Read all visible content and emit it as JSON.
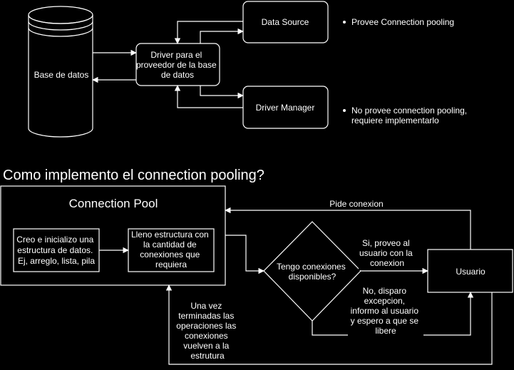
{
  "section_title": "Como implemento el connection pooling?",
  "database": {
    "label": "Base de datos"
  },
  "driver": {
    "lines": [
      "Driver para el",
      "proveedor de la base",
      "de datos"
    ]
  },
  "data_source": {
    "label": "Data Source"
  },
  "driver_manager": {
    "label": "Driver Manager"
  },
  "notes": {
    "data_source": [
      "Provee Connection pooling"
    ],
    "driver_manager": [
      "No provee connection pooling,",
      "requiere implementarlo"
    ]
  },
  "pool": {
    "title": "Connection Pool",
    "step1": [
      "Creo e inicializo una",
      "estructura de datos.",
      "Ej, arreglo, lista, pila"
    ],
    "step2": [
      "Lleno estructura con",
      "la cantidad de",
      "conexiones que",
      "requiera"
    ]
  },
  "decision": {
    "lines": [
      "Tengo conexiones",
      "disponibles?"
    ]
  },
  "user": {
    "label": "Usuario"
  },
  "edges": {
    "request": "Pide conexion",
    "yes": [
      "Si, proveo al",
      "usuario con la",
      "conexion"
    ],
    "no": [
      "No, disparo",
      "excepcion,",
      "informo al usuario",
      "y espero a que se",
      "libere"
    ],
    "return": [
      "Una vez",
      "terminadas las",
      "operaciones las",
      "conexiones",
      "vuelven a la",
      "estrutura"
    ]
  }
}
